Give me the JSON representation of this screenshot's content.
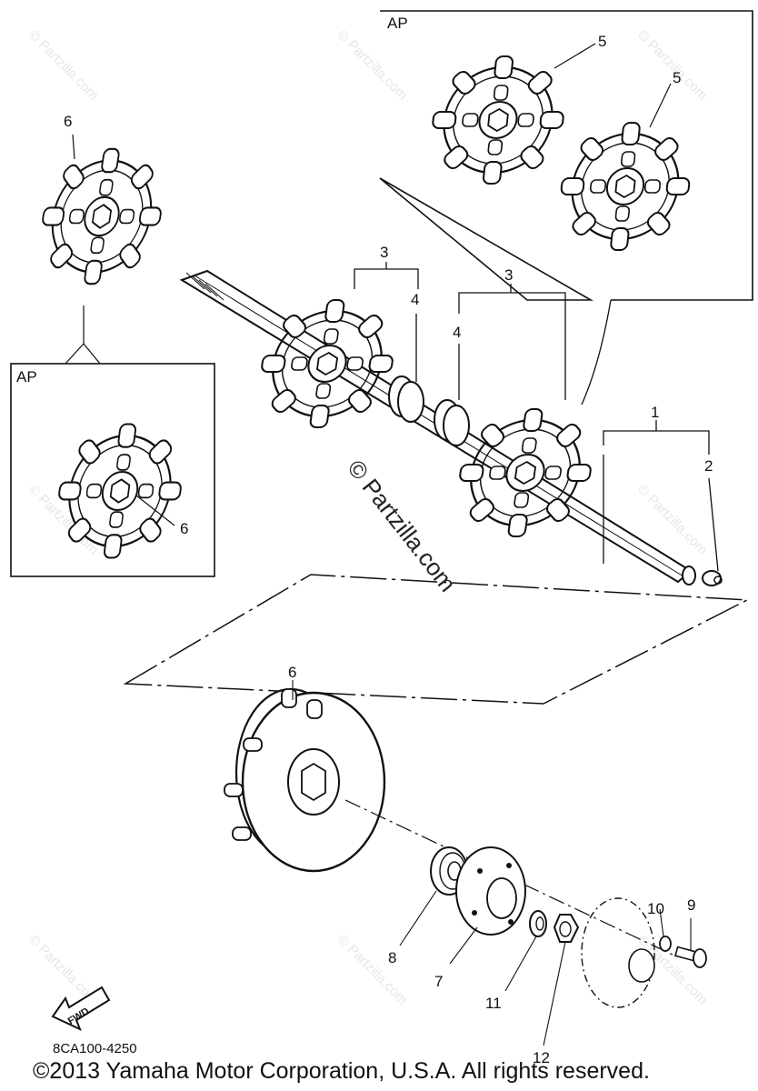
{
  "diagram": {
    "ap_labels": [
      "AP",
      "AP"
    ],
    "callouts": {
      "n1": "1",
      "n2": "2",
      "n3a": "3",
      "n3b": "3",
      "n4a": "4",
      "n4b": "4",
      "n5a": "5",
      "n5b": "5",
      "n6a": "6",
      "n6b": "6",
      "n6c": "6",
      "n7": "7",
      "n8": "8",
      "n9": "9",
      "n10": "10",
      "n11": "11",
      "n12": "12"
    },
    "fwd": "FWD",
    "drawing_code": "8CA100-4250",
    "watermark": "© Partzilla.com",
    "copyright": "©2013  Yamaha Motor Corporation, U.S.A. All rights reserved."
  }
}
